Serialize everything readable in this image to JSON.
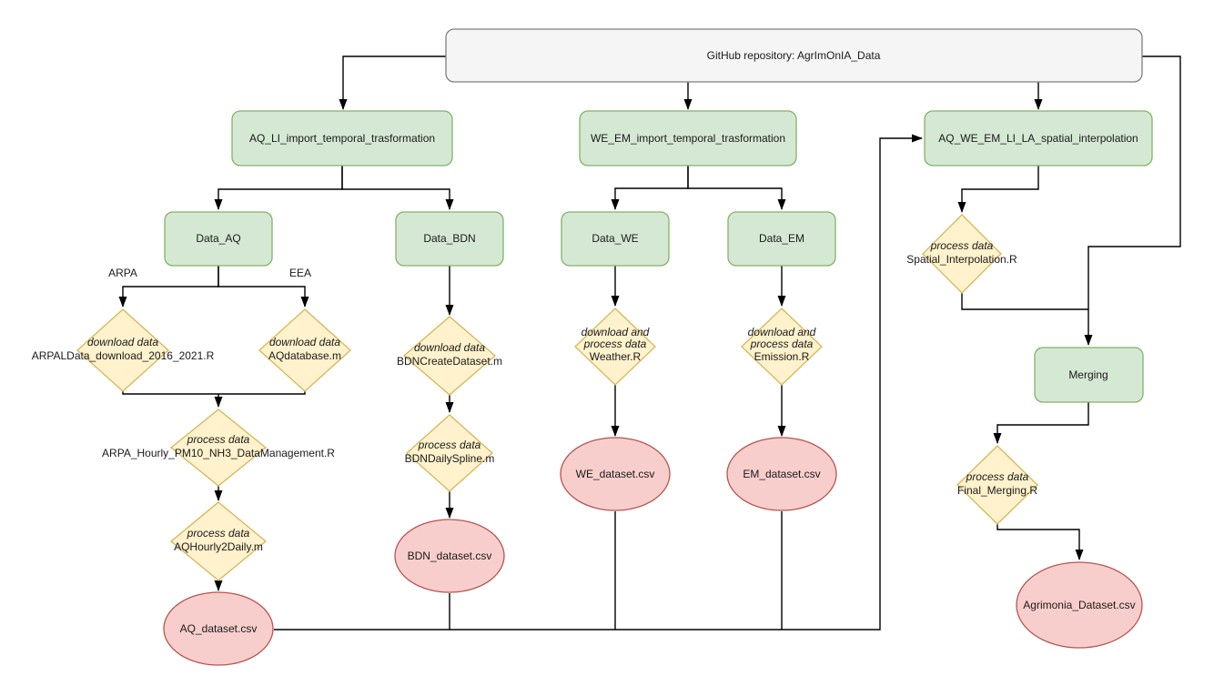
{
  "diagram": {
    "repo": {
      "label": "GitHub repository: AgrImOnIA_Data"
    },
    "branches": {
      "aq_li": "AQ_LI_import_temporal_trasformation",
      "we_em": "WE_EM_import_temporal_trasformation",
      "spatial": "AQ_WE_EM_LI_LA_spatial_interpolation",
      "merging": "Merging"
    },
    "data_nodes": {
      "aq": "Data_AQ",
      "bdn": "Data_BDN",
      "we": "Data_WE",
      "em": "Data_EM"
    },
    "edge_labels": {
      "arpa": "ARPA",
      "eea": "EEA"
    },
    "processes": {
      "arpal": {
        "note1": "download data",
        "script": "ARPALData_download_2016_2021.R"
      },
      "aqdb": {
        "note1": "download data",
        "script": "AQdatabase.m"
      },
      "bdncreate": {
        "note1": "download data",
        "script": "BDNCreateDataset.m"
      },
      "weather": {
        "note1": "download and",
        "note2": "process data",
        "script": "Weather.R"
      },
      "emission": {
        "note1": "download and",
        "note2": "process data",
        "script": "Emission.R"
      },
      "spatialr": {
        "note1": "process data",
        "script": "Spatial_Interpolation.R"
      },
      "arpahourly": {
        "note1": "process data",
        "script": "ARPA_Hourly_PM10_NH3_DataManagement.R"
      },
      "aqh2d": {
        "note1": "process data",
        "script": "AQHourly2Daily.m"
      },
      "bdnspline": {
        "note1": "process data",
        "script": "BDNDailySpline.m"
      },
      "finalmerge": {
        "note1": "process data",
        "script": "Final_Merging.R"
      }
    },
    "outputs": {
      "aq": "AQ_dataset.csv",
      "bdn": "BDN_dataset.csv",
      "we": "WE_dataset.csv",
      "em": "EM_dataset.csv",
      "agrimonia": "Agrimonia_Dataset.csv"
    },
    "colors": {
      "node_green_fill": "#d5e8d4",
      "node_green_stroke": "#82b366",
      "process_yellow_fill": "#fff2cc",
      "process_yellow_stroke": "#d6b656",
      "output_pink_fill": "#f8cecc",
      "output_pink_stroke": "#b85450",
      "repo_gray_fill": "#f5f5f5",
      "repo_gray_stroke": "#7f7f7f",
      "edge_color": "#000000"
    }
  }
}
